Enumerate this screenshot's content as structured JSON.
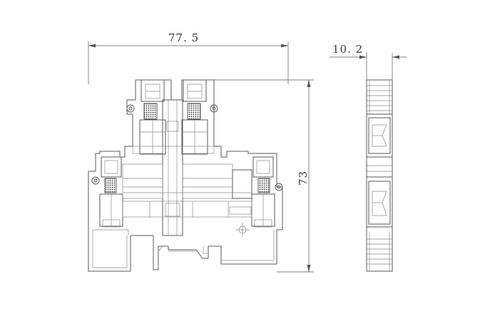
{
  "dimensions": {
    "width_front": "77. 5",
    "height_front": "73",
    "width_side": "10. 2"
  }
}
